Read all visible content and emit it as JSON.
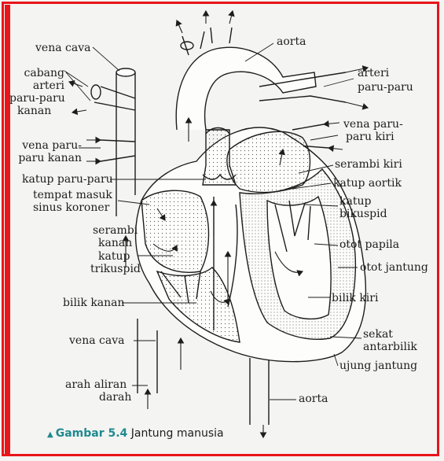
{
  "labels": {
    "vena_cava_top": "vena cava",
    "cabang": "cabang",
    "arteri_left": "arteri",
    "paru_paru_left": "paru-paru",
    "kanan_left": "kanan",
    "aorta_top": "aorta",
    "arteri_right": "arteri",
    "paru_paru_right": "paru-paru",
    "vena_paru_left_1": "vena paru-",
    "vena_paru_left_2": "paru kanan",
    "vena_paru_right_1": "vena paru-",
    "vena_paru_right_2": "paru kiri",
    "serambi_kiri": "serambi kiri",
    "katup_paru_paru": "katup paru-paru",
    "katup_aortik": "katup aortik",
    "tempat_masuk": "tempat masuk",
    "sinus_koroner": "sinus koroner",
    "katup_bikuspid_1": "katup",
    "katup_bikuspid_2": "bikuspid",
    "serambi_kanan_1": "serambi",
    "serambi_kanan_2": "kanan",
    "otot_papila": "otot papila",
    "katup_trikuspid_1": "katup",
    "katup_trikuspid_2": "trikuspid",
    "otot_jantung": "otot jantung",
    "bilik_kanan": "bilik kanan",
    "bilik_kiri": "bilik kiri",
    "vena_cava_bottom": "vena cava",
    "sekat_1": "sekat",
    "sekat_2": "antarbilik",
    "ujung_jantung": "ujung jantung",
    "arah_aliran_1": "arah aliran",
    "arah_aliran_2": "darah",
    "aorta_bottom": "aorta"
  },
  "caption": {
    "figure": "Gambar 5.4",
    "text": "Jantung manusia"
  },
  "colors": {
    "frame": "#e8151a",
    "accent": "#1f8a8f",
    "ink": "#1d1d1d"
  }
}
